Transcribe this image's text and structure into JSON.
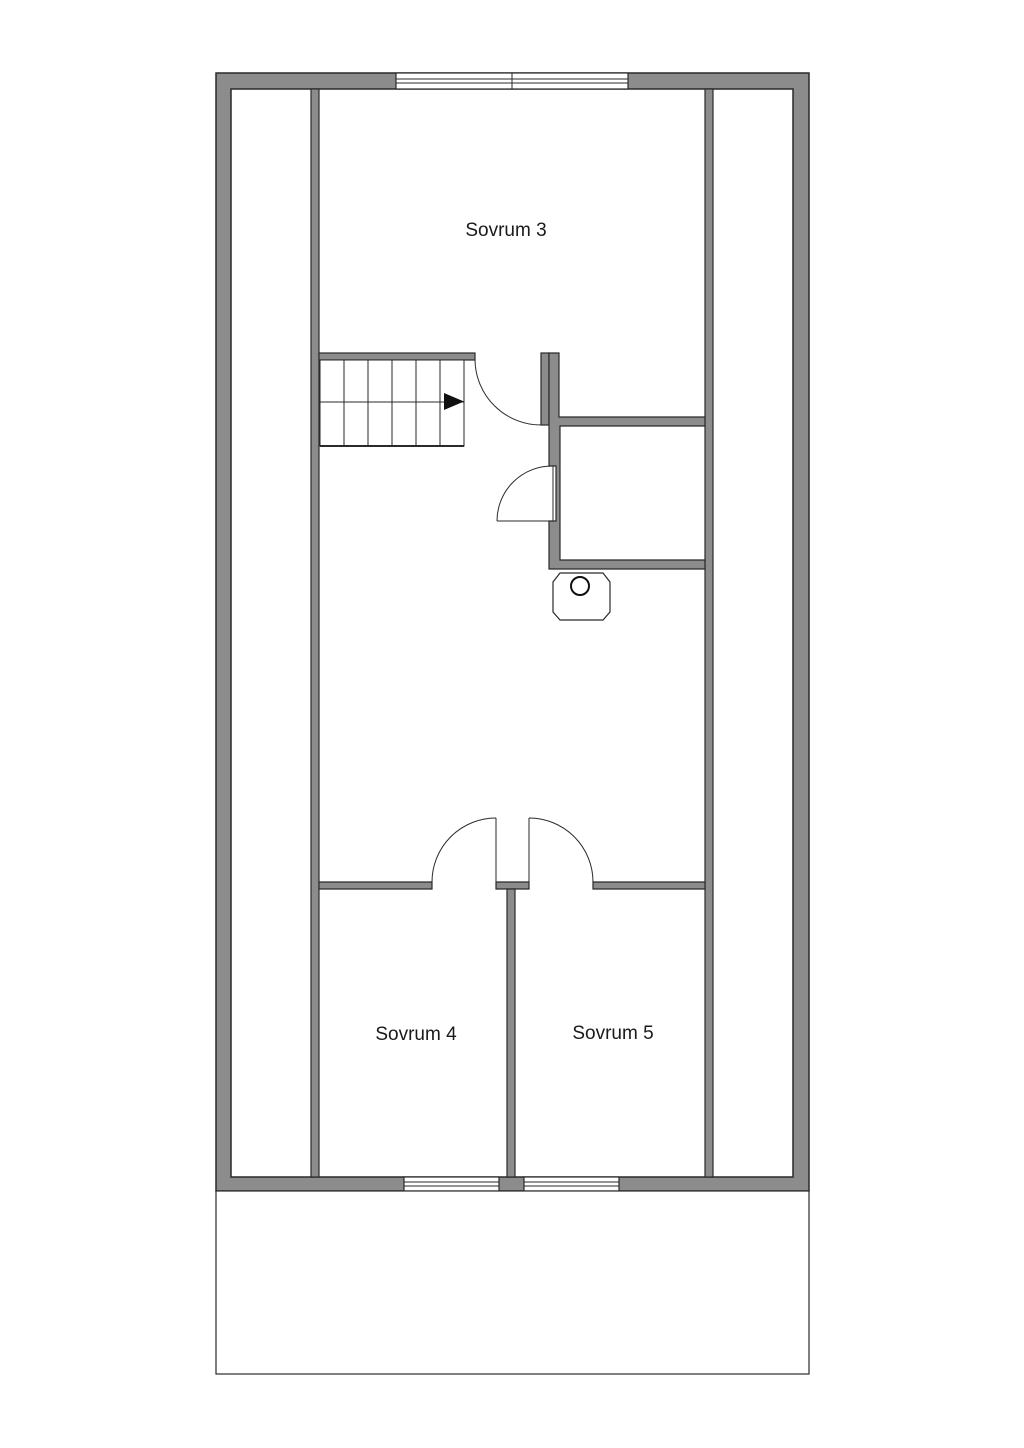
{
  "rooms": {
    "sovrum3": "Sovrum 3",
    "sovrum4": "Sovrum 4",
    "sovrum5": "Sovrum 5"
  },
  "colors": {
    "wall": "#8c8c8c",
    "line": "#2a2a2a",
    "background": "#ffffff"
  },
  "symbols": {
    "stair_arrow": "triangle-arrow",
    "chimney": "chimney-octagon"
  }
}
